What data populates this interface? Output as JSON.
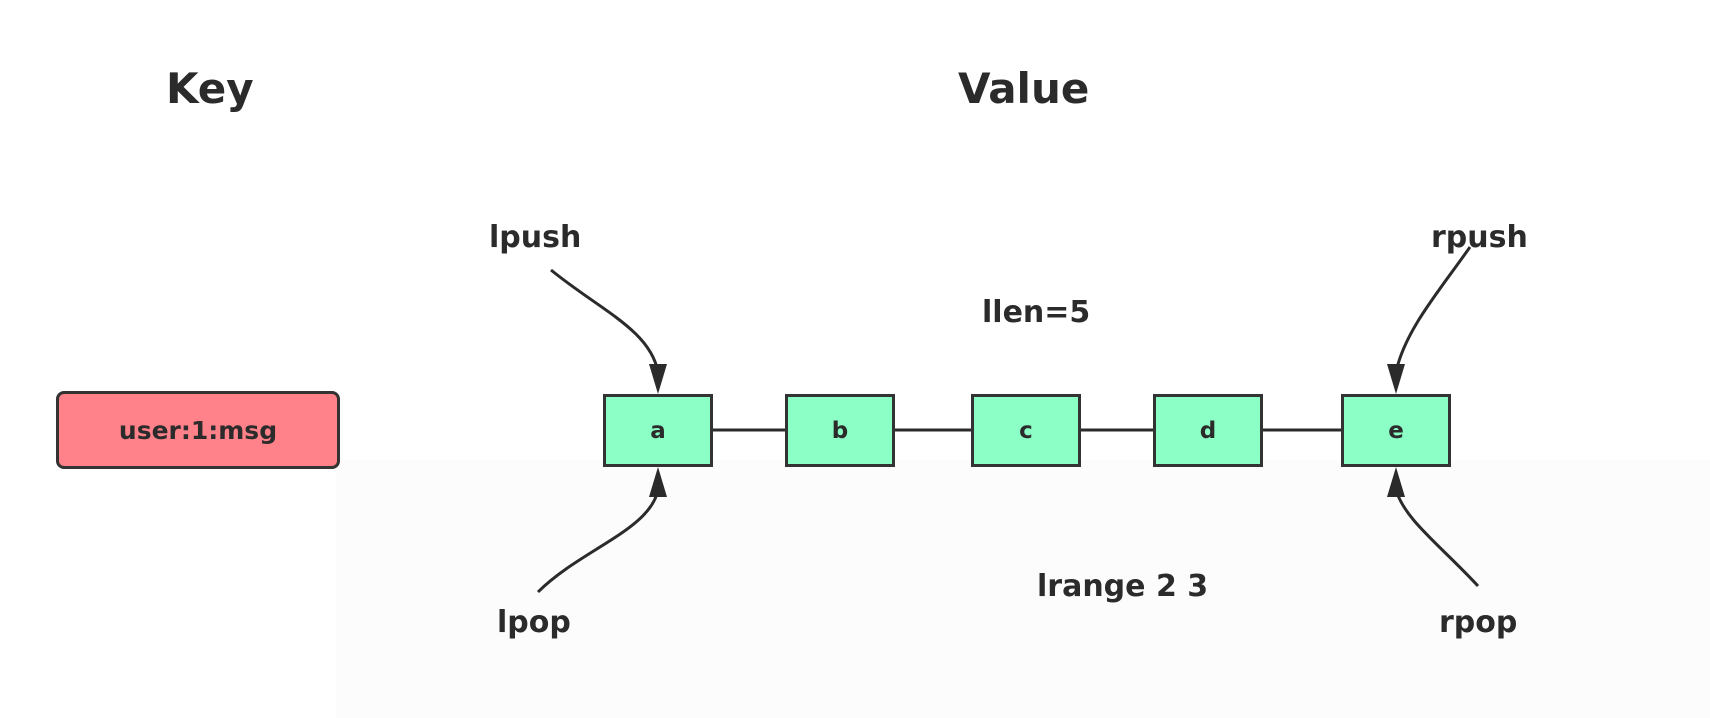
{
  "headings": {
    "key": "Key",
    "value": "Value"
  },
  "key": {
    "name": "user:1:msg",
    "color": "#ff8189"
  },
  "list": {
    "node_color": "#8bffc6",
    "items": [
      "a",
      "b",
      "c",
      "d",
      "e"
    ]
  },
  "operations": {
    "lpush": "lpush",
    "lpop": "lpop",
    "rpush": "rpush",
    "rpop": "rpop",
    "llen": "llen=5",
    "lrange": "lrange 2 3"
  }
}
